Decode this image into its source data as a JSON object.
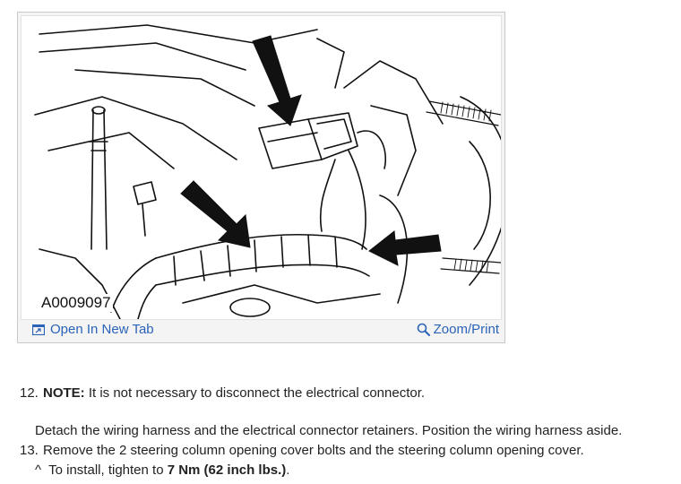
{
  "figure": {
    "id_label": "A0009097",
    "open_tab_label": "Open In New Tab",
    "zoom_label": "Zoom/Print",
    "icon_open": "open-new-tab-icon",
    "icon_zoom": "magnifier-icon",
    "link_color": "#2b63b8"
  },
  "steps": [
    {
      "number": "12.",
      "note_label": "NOTE:",
      "note_text": " It is not necessary to disconnect the electrical connector.",
      "body": "Detach the wiring harness and the electrical connector retainers. Position the wiring harness aside."
    },
    {
      "number": "13.",
      "text": "Remove the 2 steering column opening cover bolts and the steering column opening cover.",
      "sub_marker": "^",
      "sub_text_pre": "To install, tighten to ",
      "sub_text_bold": "7 Nm (62 inch lbs.)",
      "sub_text_post": "."
    }
  ]
}
